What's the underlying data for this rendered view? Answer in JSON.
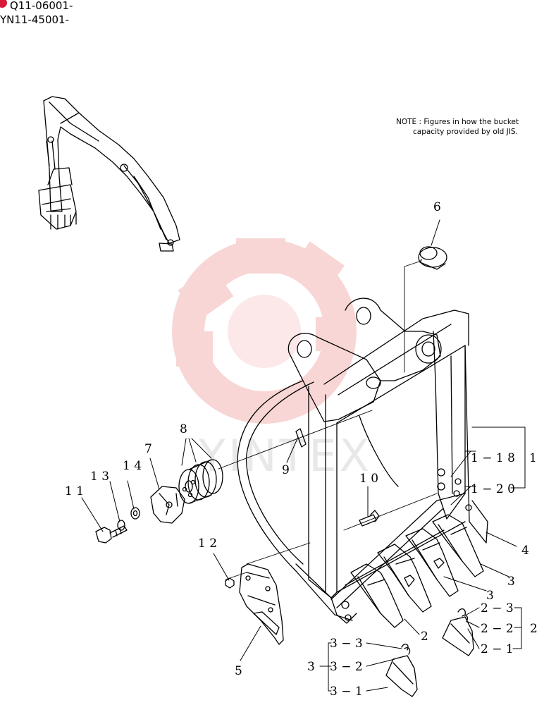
{
  "header": {
    "serial_1": "Q11-06001-",
    "serial_2": "YN11-45001-"
  },
  "note": {
    "line1": "NOTE :  Figures in how the bucket",
    "line2": "capacity provided by old JIS."
  },
  "watermark": {
    "text": "YINTEX",
    "logo_color": "#f4b8b8"
  },
  "callouts": {
    "c1": "1",
    "c1_18": "1 − 1 8",
    "c1_20": "1 − 2 0",
    "c2": "2",
    "c2_1": "2 − 1",
    "c2_2": "2 − 2",
    "c2_3": "2 − 3",
    "c3": "3",
    "c3_1": "3 − 1",
    "c3_2": "3 − 2",
    "c3_3": "3 − 3",
    "c4": "4",
    "c5": "5",
    "c6": "6",
    "c7": "7",
    "c8": "8",
    "c9": "9",
    "c10": "1 0",
    "c11": "1 1",
    "c12": "1 2",
    "c13": "1 3",
    "c14": "1 4"
  },
  "colors": {
    "line": "#000000",
    "marker": "#d8193a"
  }
}
